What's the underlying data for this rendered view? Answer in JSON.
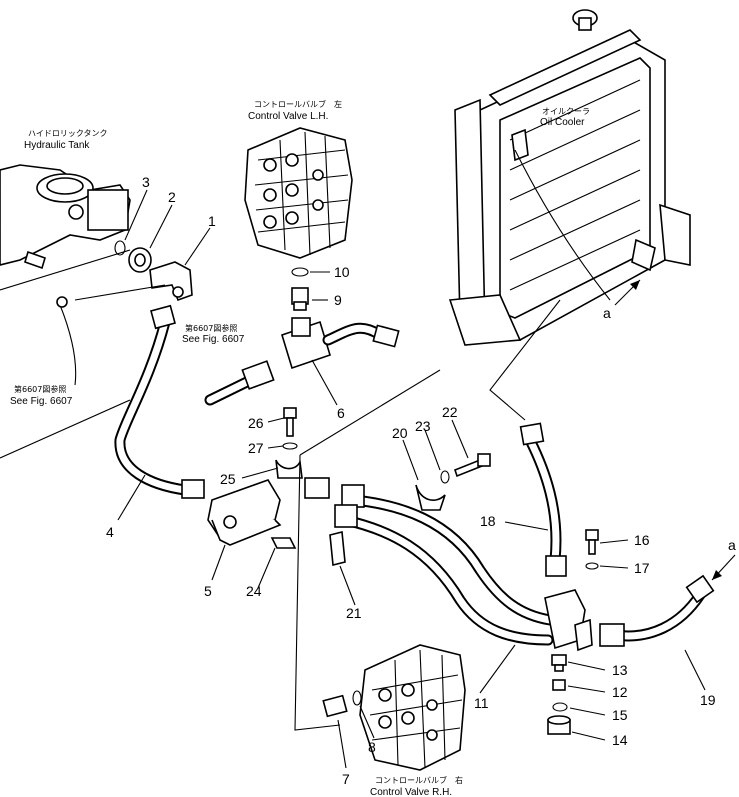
{
  "captions": {
    "hydraulic_tank_jp": "ハイドロリックタンク",
    "hydraulic_tank_en": "Hydraulic Tank",
    "control_valve_lh_jp": "コントロールバルブ　左",
    "control_valve_lh_en": "Control Valve L.H.",
    "oil_cooler_jp": "オイルクーラ",
    "oil_cooler_en": "Oil Cooler",
    "see_fig_6607_jp_a": "第6607図参照",
    "see_fig_6607_en_a": "See Fig. 6607",
    "see_fig_6607_jp_b": "第6607図参照",
    "see_fig_6607_en_b": "See Fig. 6607",
    "control_valve_rh_jp": "コントロールバルブ　右",
    "control_valve_rh_en": "Control Valve R.H."
  },
  "callouts": {
    "n1": "1",
    "n2": "2",
    "n3": "3",
    "n4": "4",
    "n5": "5",
    "n6": "6",
    "n7": "7",
    "n8": "8",
    "n9": "9",
    "n10": "10",
    "n11": "11",
    "n12": "12",
    "n13": "13",
    "n14": "14",
    "n15": "15",
    "n16": "16",
    "n17": "17",
    "n18": "18",
    "n19": "19",
    "n20": "20",
    "n21": "21",
    "n22": "22",
    "n23": "23",
    "n24": "24",
    "n25": "25",
    "n26": "26",
    "n27": "27",
    "a_top": "a",
    "a_right": "a"
  }
}
